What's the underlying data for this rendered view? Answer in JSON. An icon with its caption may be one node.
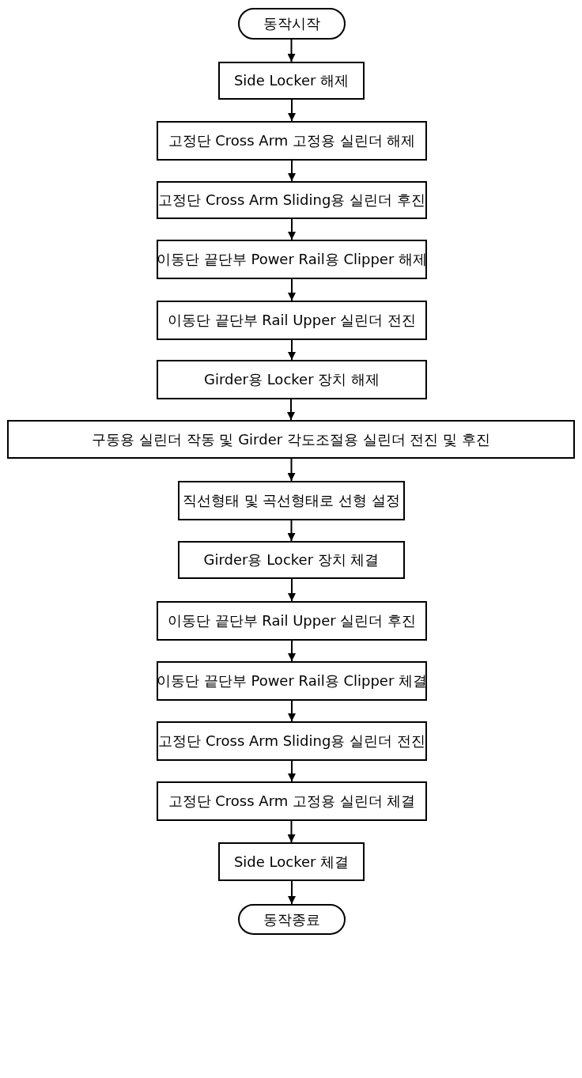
{
  "diagram": {
    "nodes": [
      {
        "text": [
          "동작시작"
        ]
      },
      {
        "text": [
          "Side Locker 해제"
        ]
      },
      {
        "text": [
          "고정단 Cross Arm 고정용 실린더 해제"
        ]
      },
      {
        "text": [
          "고정단 Cross Arm Sliding용 실린더 후진"
        ]
      },
      {
        "text": [
          "이동단 끝단부 Power Rail용 Clipper 해제"
        ]
      },
      {
        "text": [
          "이동단 끝단부 Rail Upper 실린더 전진"
        ]
      },
      {
        "text": [
          "Girder용 Locker 장치 해제"
        ]
      },
      {
        "text": [
          "구동용 실린더 작동 및 Girder 각도조절용 실린더 전진 및 후진"
        ]
      },
      {
        "text": [
          "직선형태 및 곡선형태로 선형 설정"
        ]
      },
      {
        "text": [
          "Girder용 Locker 장치 체결"
        ]
      },
      {
        "text": [
          "이동단 끝단부 Rail Upper 실린더 후진"
        ]
      },
      {
        "text": [
          "이동단 끝단부 Power Rail용 Clipper 체결"
        ]
      },
      {
        "text": [
          "고정단 Cross Arm Sliding용 실린더 전진"
        ]
      },
      {
        "text": [
          "고정단 Cross Arm 고정용 실린더 체결"
        ]
      },
      {
        "text": [
          "Side Locker 체결"
        ]
      },
      {
        "text": [
          "동작종료"
        ]
      }
    ],
    "edges": [
      {
        "from": 0,
        "to": 1,
        "arrow": "to"
      },
      {
        "from": 1,
        "to": 2,
        "arrow": "to"
      },
      {
        "from": 2,
        "to": 3,
        "arrow": "to"
      },
      {
        "from": 3,
        "to": 4,
        "arrow": "to"
      },
      {
        "from": 4,
        "to": 5,
        "arrow": "to"
      },
      {
        "from": 5,
        "to": 6,
        "arrow": "to"
      },
      {
        "from": 6,
        "to": 7,
        "arrow": "to"
      },
      {
        "from": 7,
        "to": 8,
        "arrow": "to"
      },
      {
        "from": 8,
        "to": 9,
        "arrow": "to"
      },
      {
        "from": 9,
        "to": 10,
        "arrow": "to"
      },
      {
        "from": 10,
        "to": 11,
        "arrow": "to"
      },
      {
        "from": 11,
        "to": 12,
        "arrow": "to"
      },
      {
        "from": 12,
        "to": 13,
        "arrow": "to"
      },
      {
        "from": 13,
        "to": 14,
        "arrow": "to"
      },
      {
        "from": 14,
        "to": 15,
        "arrow": "to"
      }
    ]
  }
}
